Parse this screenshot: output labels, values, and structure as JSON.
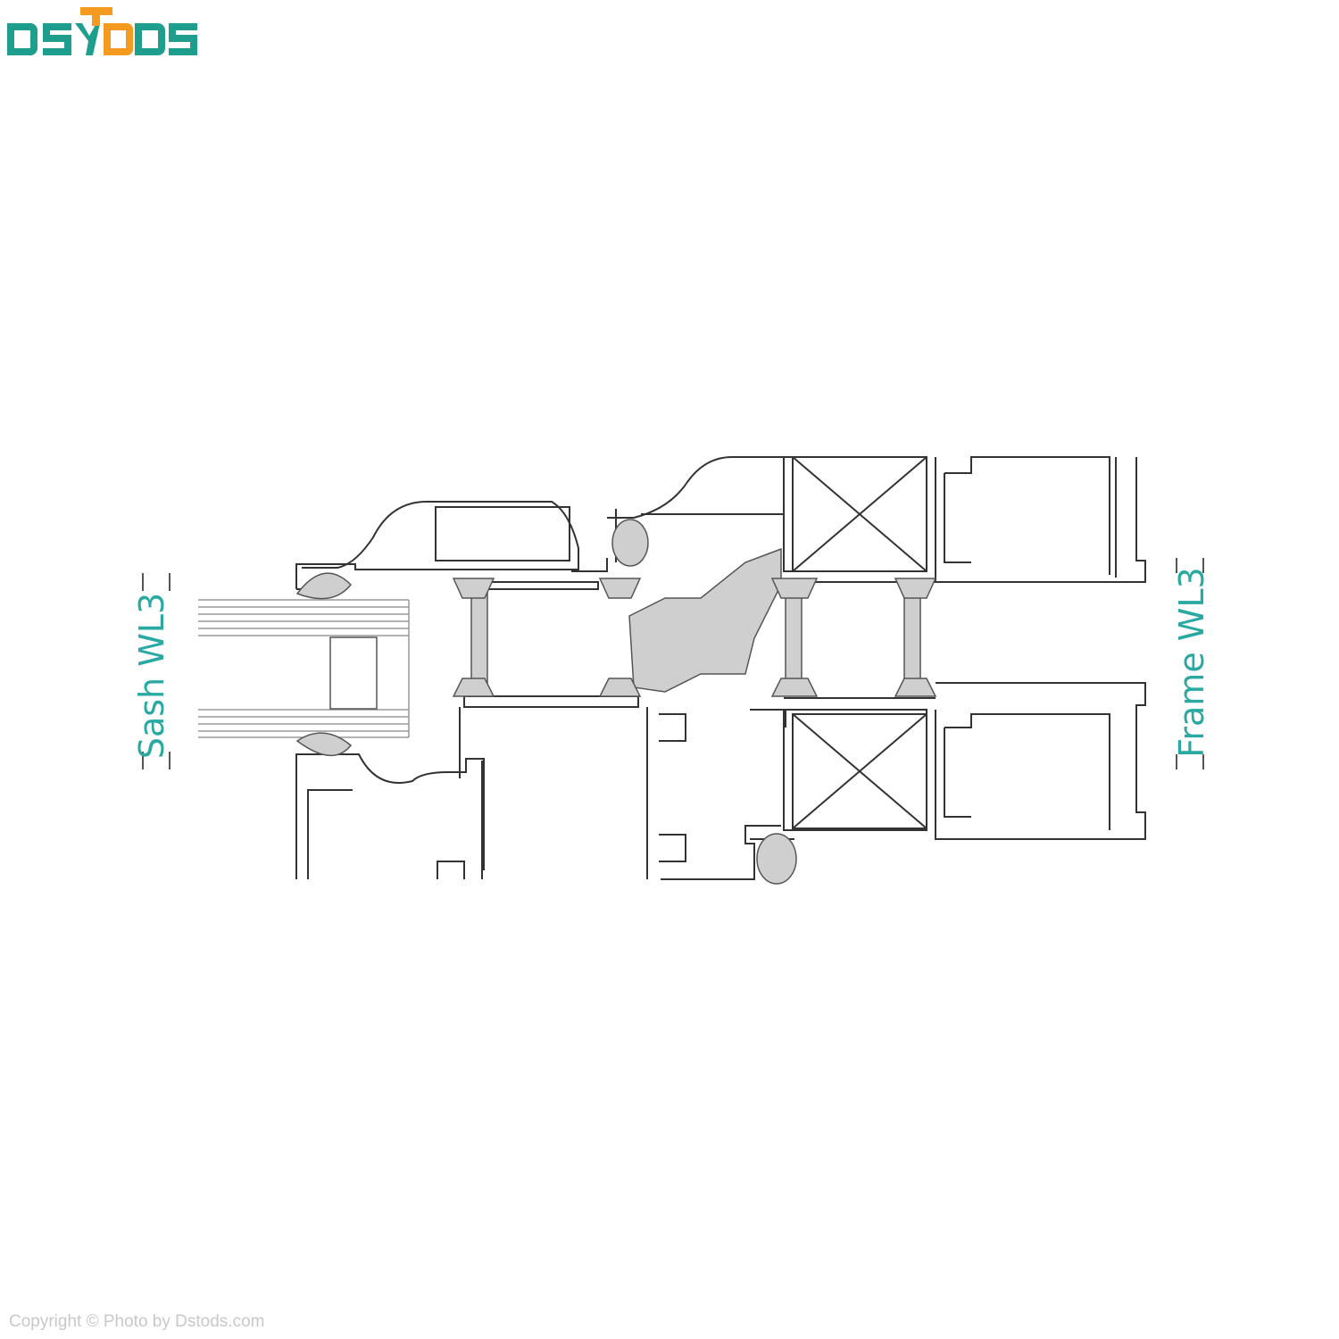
{
  "logo": {
    "text": "DSTODS",
    "colors": {
      "teal": "#1f9e8e",
      "orange": "#f39a1f"
    }
  },
  "labels": {
    "sash": "Sash WL3",
    "frame": "Frame WL3"
  },
  "copyright": "Copyright © Photo by Dstods.com",
  "colors": {
    "label": "#2aa9a3",
    "line": "#333333",
    "insulation": "#cfcfcf"
  }
}
